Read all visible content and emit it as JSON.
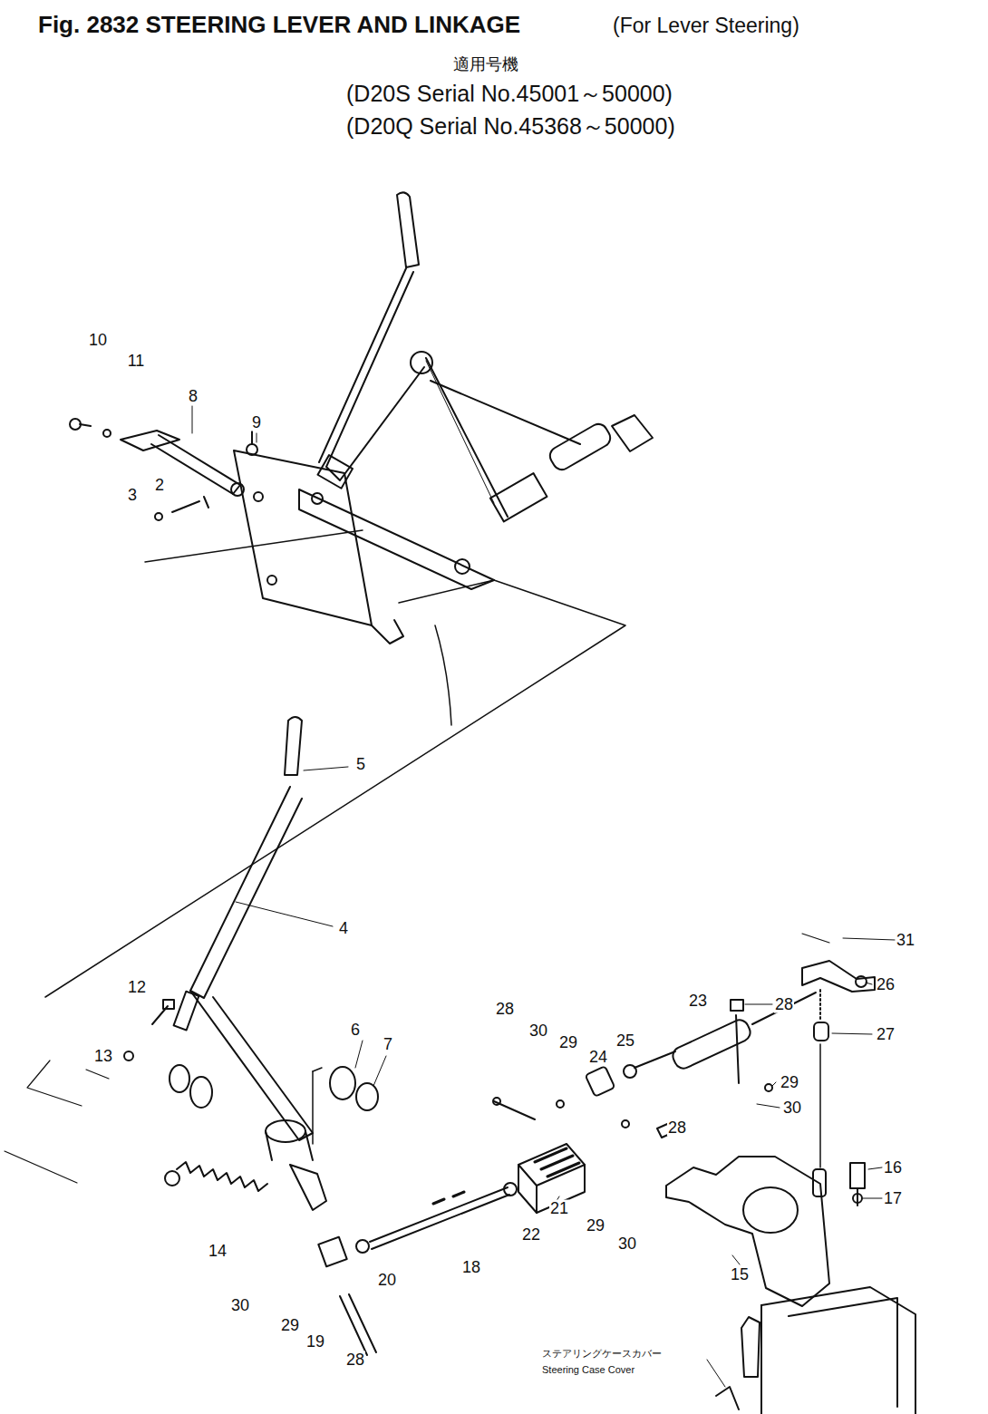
{
  "diagram": {
    "title": "Fig. 2832 STEERING LEVER AND LINKAGE",
    "labels": [
      "(For Lever Steering)",
      "適用号機",
      "(D20S Serial No.45001～50000)",
      "(D20Q Serial No.45368～50000)",
      "10",
      "11",
      "8",
      "9",
      "2",
      "3",
      "5",
      "4",
      "31",
      "26",
      "23",
      "28",
      "27",
      "28",
      "30",
      "29",
      "25",
      "24",
      "29",
      "30",
      "12",
      "6",
      "7",
      "13",
      "28",
      "16",
      "17",
      "21",
      "29",
      "22",
      "30",
      "14",
      "15",
      "18",
      "20",
      "30",
      "29",
      "19",
      "28",
      "ステアリングケースカバー",
      "Steering Case Cover"
    ]
  }
}
